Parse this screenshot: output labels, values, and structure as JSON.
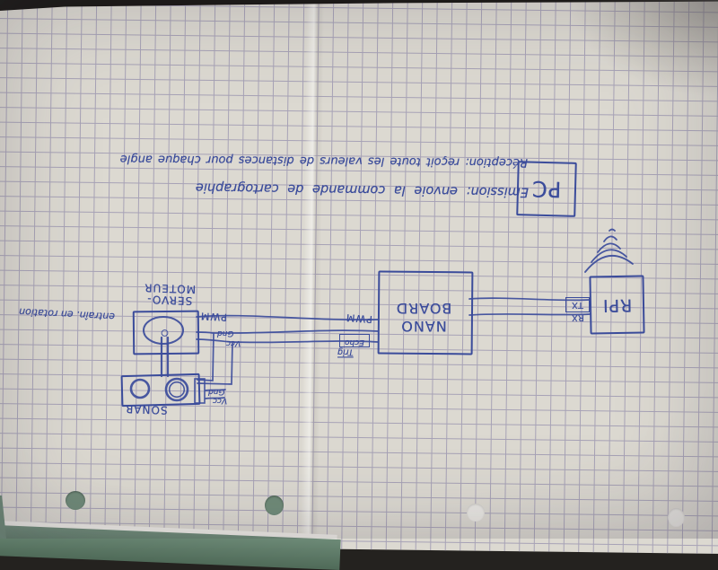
{
  "scene": {
    "background_color": "#24221f",
    "paper_color": "#dcd9d1",
    "grid_color": "#a7a2b6",
    "ink_color": "#3b4c9b",
    "table_color": "#6d8a77"
  },
  "annotations": {
    "emission": "Emission: envoie la commande de cartographie",
    "reception": "Réception: reçoit toute les valeurs de distances pour chaque angle",
    "rotation_note": "entraîn. en rotation"
  },
  "components": {
    "pc": {
      "label": "PC"
    },
    "rpi": {
      "label": "RPI",
      "tx": "TX",
      "rx": "RX"
    },
    "nano": {
      "line1": "NANO",
      "line2": "BOARD",
      "pwm": "PWM",
      "echo": "Echo",
      "trig": "Trig"
    },
    "servo": {
      "line1": "SERVO-",
      "line2": "MOTEUR",
      "pwm": "PWM",
      "gnd": "Gnd",
      "vcc": "Vcc"
    },
    "sonar": {
      "label": "SONAR",
      "gnd": "Gnd",
      "vcc": "Vcc"
    }
  }
}
